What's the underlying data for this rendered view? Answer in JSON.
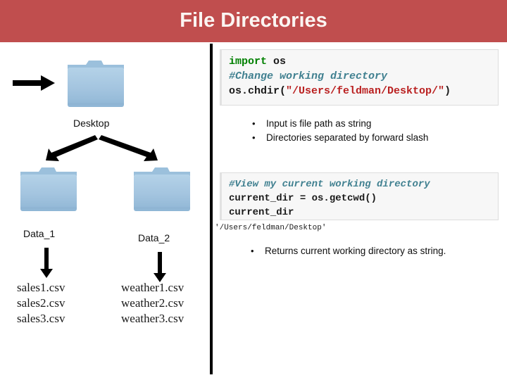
{
  "header": {
    "title": "File Directories",
    "bg_color": "#C04E4E",
    "text_color": "#FBF5F2"
  },
  "diagram": {
    "root": {
      "label": "Desktop",
      "icon": "folder-icon"
    },
    "children": [
      {
        "label": "Data_1",
        "icon": "folder-icon",
        "files": [
          "sales1.csv",
          "sales2.csv",
          "sales3.csv"
        ]
      },
      {
        "label": "Data_2",
        "icon": "folder-icon",
        "files": [
          "weather1.csv",
          "weather2.csv",
          "weather3.csv"
        ]
      }
    ],
    "folder_color": "#A6C8E2",
    "arrow_color": "#000000"
  },
  "code_blocks": [
    {
      "name": "chdir-example",
      "lines": [
        [
          {
            "t": "import",
            "c": "kw"
          },
          {
            "t": " os",
            "c": "plain"
          }
        ],
        [
          {
            "t": "#Change working directory",
            "c": "comment"
          }
        ],
        [
          {
            "t": "os.chdir(",
            "c": "plain"
          },
          {
            "t": "\"/Users/feldman/Desktop/\"",
            "c": "str"
          },
          {
            "t": ")",
            "c": "plain"
          }
        ]
      ]
    },
    {
      "name": "getcwd-example",
      "lines": [
        [
          {
            "t": "#View my current working directory",
            "c": "comment"
          }
        ],
        [
          {
            "t": "current_dir = os.getcwd()",
            "c": "plain"
          }
        ],
        [
          {
            "t": "current_dir",
            "c": "plain"
          }
        ]
      ],
      "output": "'/Users/feldman/Desktop'"
    }
  ],
  "bullets_top": [
    "Input is file path as string",
    "Directories separated by forward slash"
  ],
  "bullets_bottom": [
    "Returns current working directory as string."
  ],
  "bullet_glyph": "•"
}
